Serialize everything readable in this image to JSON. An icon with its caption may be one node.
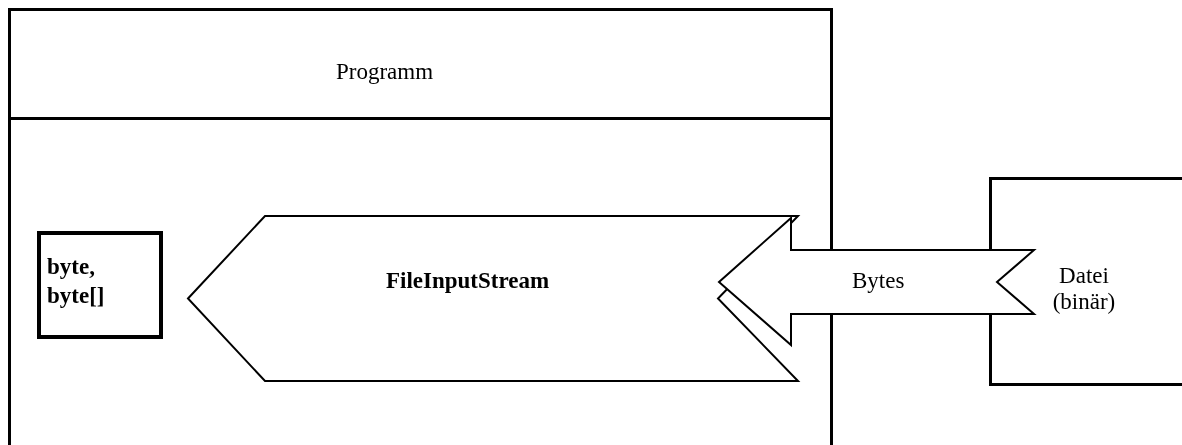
{
  "diagram": {
    "nodes": [
      {
        "text": [
          "Programm"
        ]
      },
      {
        "text": [
          "byte, byte[]"
        ],
        "in": 0
      },
      {
        "text": [
          "FileInputStream"
        ],
        "in": 0
      },
      {
        "text": [
          "Datei (binär)"
        ]
      }
    ],
    "edges": [
      {
        "from": 3,
        "to": 2,
        "arrow": "to",
        "label": "Bytes"
      }
    ]
  }
}
